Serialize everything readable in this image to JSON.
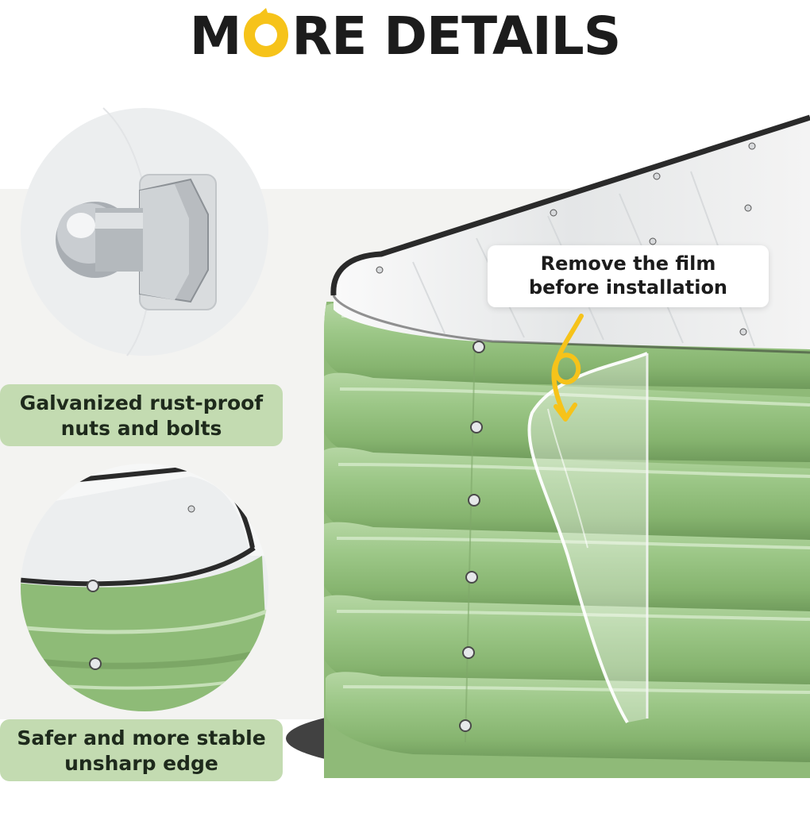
{
  "headline": {
    "before_o": "M",
    "o_letter": "O",
    "after_o": "RE DETAILS"
  },
  "features": [
    {
      "line1": "Galvanized rust-proof",
      "line2": "nuts and bolts"
    },
    {
      "line1": "Safer and more stable",
      "line2": "unsharp edge"
    }
  ],
  "callout": {
    "line1": "Remove the film",
    "line2": "before installation"
  },
  "colors": {
    "accent_yellow": "#f6c31a",
    "bed_green": "#93bf7c",
    "label_bg": "#c3dbb1",
    "text_dark": "#1c1c1c"
  },
  "icons": [
    "speech-bubble-o-icon",
    "curly-arrow-icon",
    "acorn-nut-icon",
    "rivet-icon"
  ]
}
